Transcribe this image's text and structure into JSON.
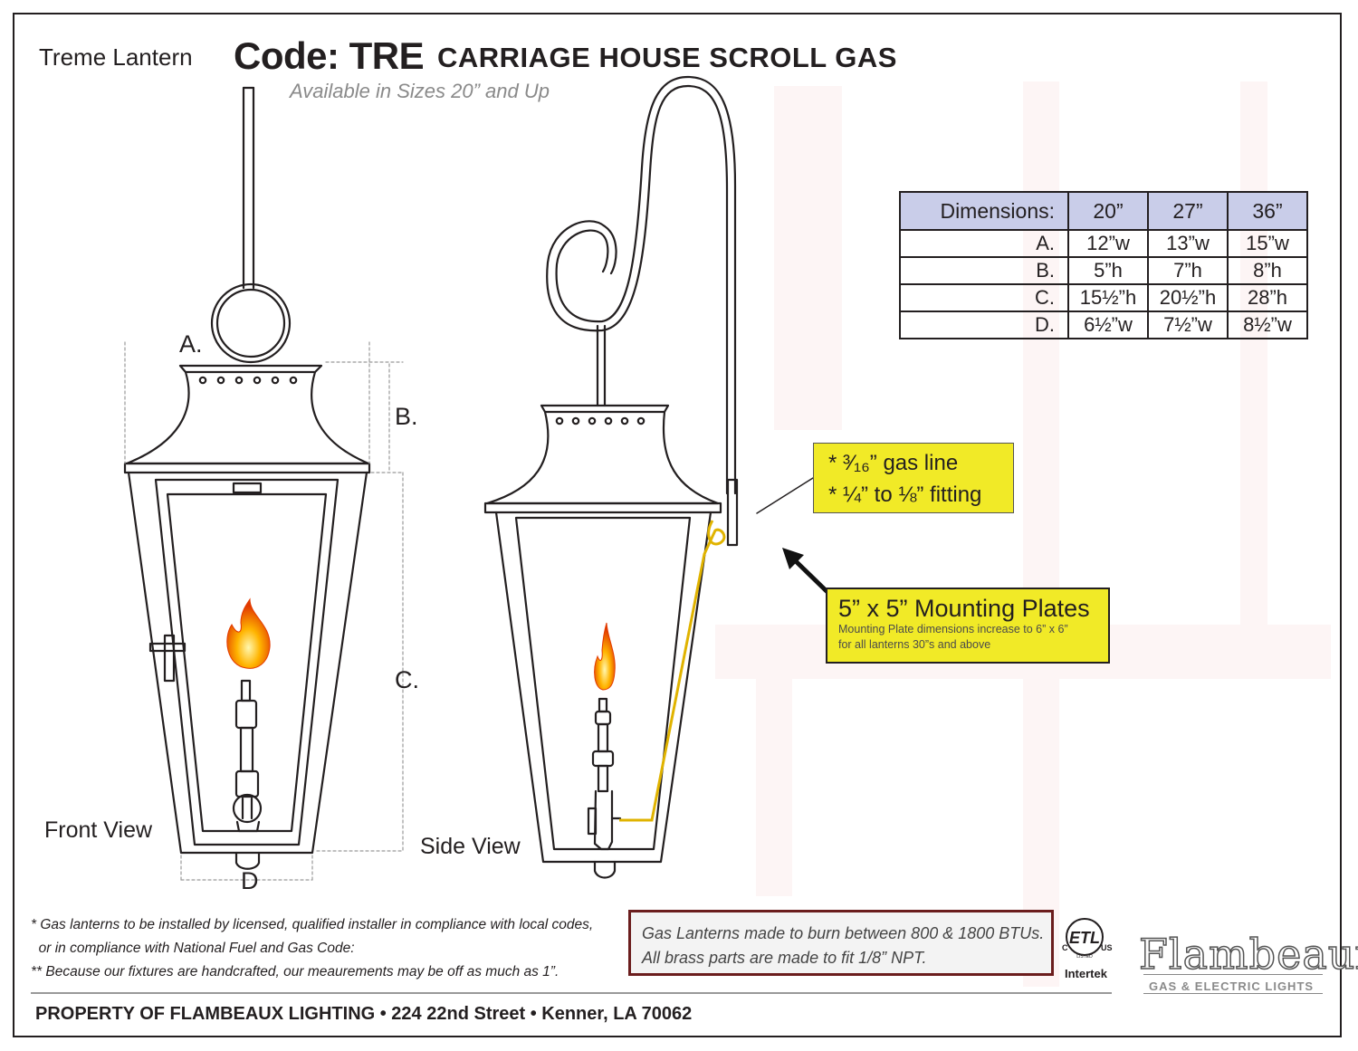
{
  "header": {
    "product_name": "Treme Lantern",
    "code": "Code: TRE",
    "model": "CARRIAGE HOUSE SCROLL GAS",
    "sizes_note": "Available in Sizes 20” and Up"
  },
  "drawing": {
    "label_a": "A.",
    "label_b": "B.",
    "label_c": "C.",
    "label_d": "D",
    "front_view": "Front View",
    "side_view": "Side View"
  },
  "dimensions": {
    "header": [
      "Dimensions:",
      "20”",
      "27”",
      "36”"
    ],
    "rows": [
      [
        "A.",
        "12”w",
        "13”w",
        "15”w"
      ],
      [
        "B.",
        "5”h",
        "7”h",
        "8”h"
      ],
      [
        "C.",
        "15½”h",
        "20½”h",
        "28”h"
      ],
      [
        "D.",
        "6½”w",
        "7½”w",
        "8½”w"
      ]
    ]
  },
  "callouts": {
    "gas_line": "*  ³⁄₁₆” gas line",
    "fitting": "*  ¼” to ⅛” fitting",
    "mount_title": "5” x 5” Mounting Plates",
    "mount_note_1": "Mounting Plate dimensions increase to 6” x 6”",
    "mount_note_2": "for all lanterns 30”s and above",
    "highlight_color": "#f1ea27"
  },
  "notes": {
    "line1": "* Gas lanterns to be installed by licensed, qualified installer in compliance with local codes,",
    "line2": "  or in compliance with National Fuel and Gas Code:",
    "line3": "** Because our fixtures are handcrafted, our meaurements may be off as much as 1”."
  },
  "btu": {
    "line1": "Gas Lanterns made to burn between 800 & 1800 BTUs.",
    "line2": "All brass parts are made to fit 1/8” NPT."
  },
  "certification": {
    "mark": "ETL",
    "c": "C",
    "us": "US",
    "listed": "LISTED",
    "lab": "Intertek"
  },
  "brand": {
    "name": "Flambeaux",
    "tagline": "GAS & ELECTRIC LIGHTS"
  },
  "footer": {
    "address": "PROPERTY OF FLAMBEAUX LIGHTING • 224 22nd Street • Kenner, LA 70062"
  }
}
